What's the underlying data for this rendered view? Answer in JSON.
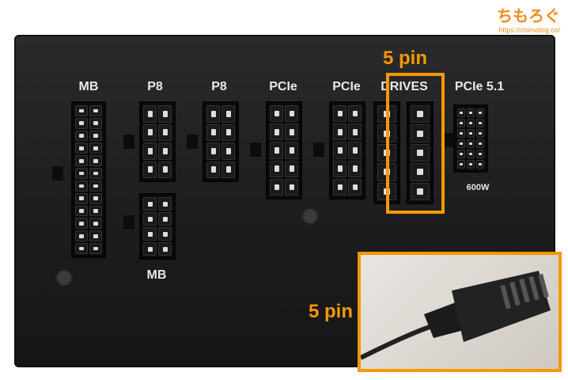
{
  "watermark": {
    "logo": "ちもろぐ",
    "url": "https://chimolog.co/"
  },
  "labels": {
    "mb_top": "MB",
    "p8_1": "P8",
    "p8_2": "P8",
    "pcie_1": "PCIe",
    "pcie_2": "PCIe",
    "drives": "DRIVES",
    "pcie51": "PCIe 5.1",
    "mb_bottom": "MB",
    "wattage": "600W"
  },
  "callouts": {
    "top": "5 pin",
    "inset": "5 pin"
  },
  "colors": {
    "accent": "#f39a00"
  }
}
